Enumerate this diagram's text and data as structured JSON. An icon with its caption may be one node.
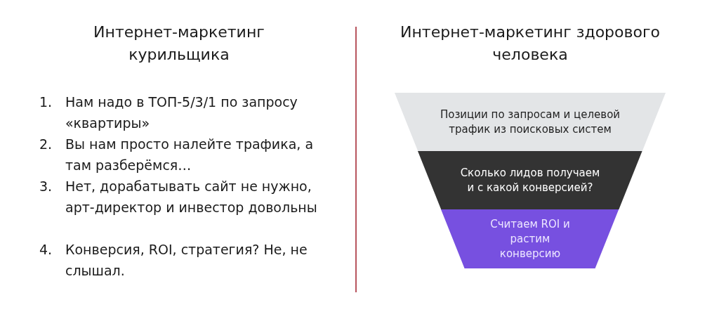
{
  "diagram": {
    "nodes": [
      {
        "text": [
          "Позиции по запросам и целевой трафик из поисковых систем"
        ]
      },
      {
        "text": [
          "Сколько лидов получаем и с какой конверсией?"
        ]
      },
      {
        "text": [
          "Считаем ROI и растим конверсию"
        ]
      }
    ],
    "labels": [
      "Интернет-маркетинг курильщика",
      "Интернет-маркетинг здорового человека",
      "1.",
      "Нам надо в ТОП-5/3/1 по запросу «квартиры»",
      "2.",
      "Вы нам просто налейте трафика, а там разберёмся…",
      "3.",
      "Нет, дорабатывать сайт не нужно, арт-директор и инвестор довольны",
      "4.",
      "Конверсия, ROI, стратегия? Не, не слышал."
    ]
  }
}
